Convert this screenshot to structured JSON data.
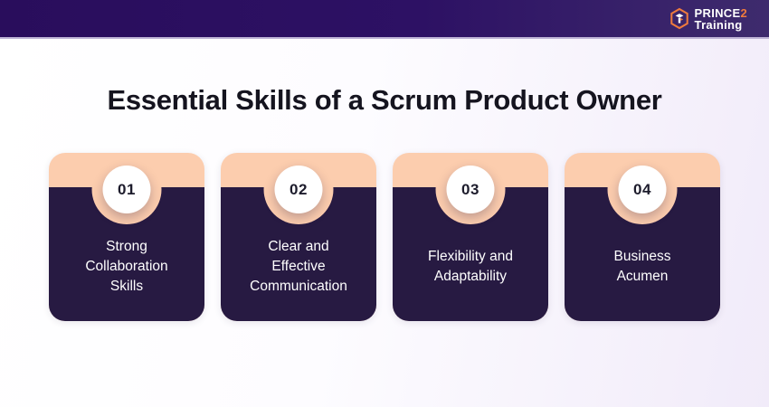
{
  "header": {
    "logo": {
      "icon": "prince2-shield-icon",
      "brand_part1": "PRINCE",
      "brand_part2": "2",
      "brand_line2": "Training"
    }
  },
  "title": "Essential Skills of a Scrum Product Owner",
  "cards": [
    {
      "number": "01",
      "label": "Strong\nCollaboration\nSkills"
    },
    {
      "number": "02",
      "label": "Clear and\nEffective\nCommunication"
    },
    {
      "number": "03",
      "label": "Flexibility and\nAdaptability"
    },
    {
      "number": "04",
      "label": "Business\nAcumen"
    }
  ],
  "colors": {
    "topbar-left": "#290d5c",
    "topbar-right": "#3e2b6d",
    "accent-orange": "#ef7b3d",
    "peach": "#fccdae",
    "card-dark": "#271a42",
    "background-right": "#f1ebf9",
    "title-text": "#15141f"
  }
}
